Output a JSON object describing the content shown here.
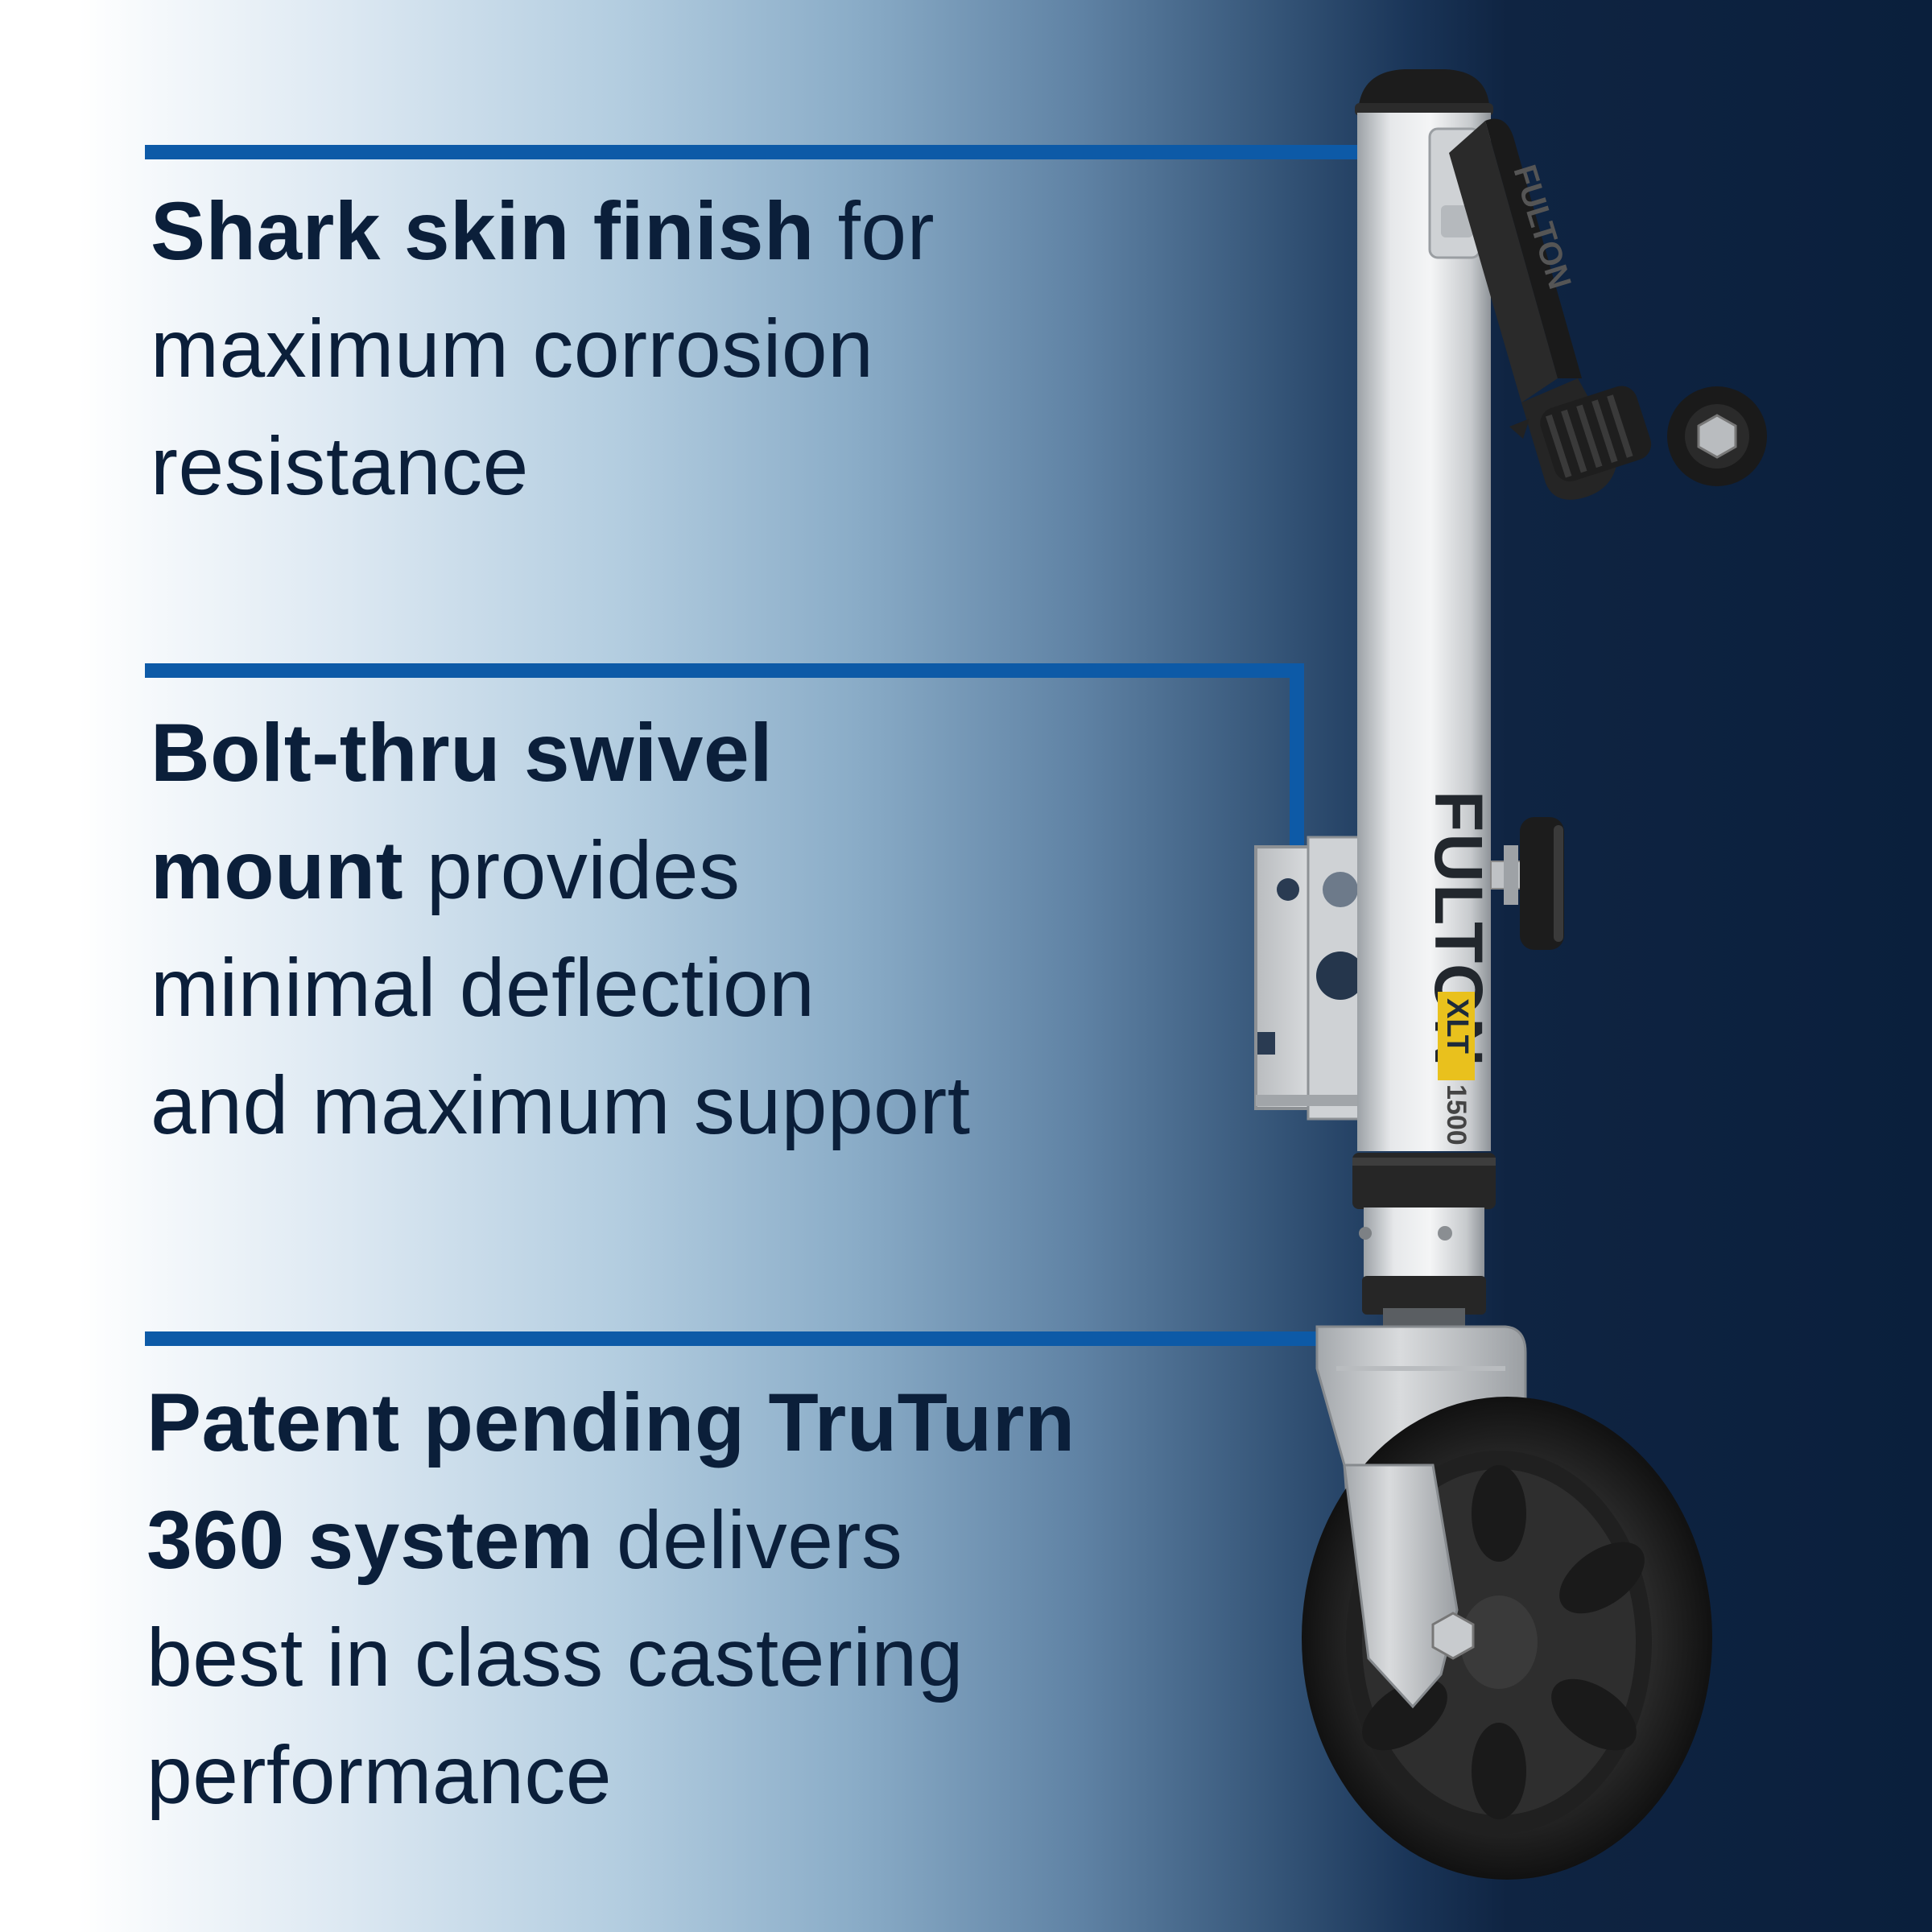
{
  "features": [
    {
      "bold": "Shark skin finish",
      "rest_first": " for",
      "lines": [
        "maximum corrosion",
        "resistance"
      ]
    },
    {
      "bold_line1": "Bolt-thru swivel",
      "bold_line2": "mount",
      "rest_first": " provides",
      "lines": [
        "minimal deflection",
        "and maximum support"
      ]
    },
    {
      "bold_line1": "Patent pending TruTurn",
      "bold_line2": "360 system",
      "rest_first": " delivers",
      "lines": [
        "best in class castering",
        "performance"
      ]
    }
  ],
  "product": {
    "brand": "FULTON",
    "model_badge": "XLT",
    "capacity_badge": "1500",
    "handle_brand": "FULTON"
  },
  "colors": {
    "accent_line": "#0d5aa7",
    "text": "#0b1f3a",
    "background_dark": "#0a1f3c",
    "background_light": "#ffffff"
  }
}
